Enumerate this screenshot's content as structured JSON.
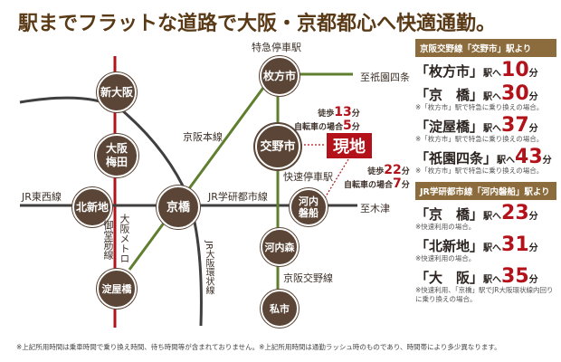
{
  "title": "駅までフラットな道路で大阪・京都都心へ快適通勤。",
  "map": {
    "stations": {
      "shin_osaka": "新大阪",
      "osaka_umeda": "大阪\n梅田",
      "kitashinchi": "北新地",
      "kyobashi": "京橋",
      "yodoyabashi": "淀屋橋",
      "hirakatashi": "枚方市",
      "kouno": "交野市",
      "kawachi_iwafune": "河内\n磐船",
      "kawachimori": "河内森",
      "kisaichi": "私市"
    },
    "labels": {
      "tokkyu": "特急停車駅",
      "to_gion": "至祇園四条",
      "keihan_main": "京阪本線",
      "kaisoku": "快速停車駅",
      "jr_tozai": "JR東西線",
      "jr_gakken": "JR学研都市線",
      "to_kizu": "至木津",
      "keihan_katano": "京阪交野線",
      "midosuji": "御堂筋線",
      "osaka_metro": "大阪メトロ",
      "jr_loop": "JR大阪環状線"
    },
    "genchi": "現地",
    "walk_kouno": {
      "walk": "徒歩",
      "walk_min": "13",
      "bike": "自転車の場合",
      "bike_min": "5",
      "unit": "分"
    },
    "walk_iwafune": {
      "walk": "徒歩",
      "walk_min": "22",
      "bike": "自転車の場合",
      "bike_min": "7",
      "unit": "分"
    },
    "colors": {
      "station": "#5a4536",
      "keihan": "#5f7f2f",
      "metro": "#b3121a",
      "jr": "#3f3f3f",
      "accent": "#b3121a"
    }
  },
  "panel": {
    "section1": {
      "header": "京阪交野線「交野市」駅より",
      "routes": [
        {
          "station": "「枚方市」",
          "to": "駅へ",
          "minutes": "10",
          "unit": "分",
          "note": ""
        },
        {
          "station": "「京　橋」",
          "to": "駅へ",
          "minutes": "30",
          "unit": "分",
          "note": "※「枚方市」駅で特急に乗り換えの場合。"
        },
        {
          "station": "「淀屋橋」",
          "to": "駅へ",
          "minutes": "37",
          "unit": "分",
          "note": "※「枚方市」駅で特急に乗り換えの場合。"
        },
        {
          "station": "「祇園四条」",
          "to": "駅へ",
          "minutes": "43",
          "unit": "分",
          "note": "※「枚方市」駅で特急に乗り換えの場合。"
        }
      ]
    },
    "section2": {
      "header": "JR学研都市線「河内磐船」駅より",
      "routes": [
        {
          "station": "「京　橋」",
          "to": "駅へ",
          "minutes": "23",
          "unit": "分",
          "note": "※快速利用の場合。"
        },
        {
          "station": "「北新地」",
          "to": "駅へ",
          "minutes": "31",
          "unit": "分",
          "note": "※快速利用の場合。"
        },
        {
          "station": "「大　阪」",
          "to": "駅へ",
          "minutes": "35",
          "unit": "分",
          "note": "※快速利用、「京橋」駅でJR大阪環状線内回りに乗り換えの場合。"
        }
      ]
    }
  },
  "footer": "※上記所用時間は乗車時間で乗り換え時間、待ち時間等が含まれておりません。※上記所用時間は通勤ラッシュ時のものであり、時間帯により多少異なります。"
}
